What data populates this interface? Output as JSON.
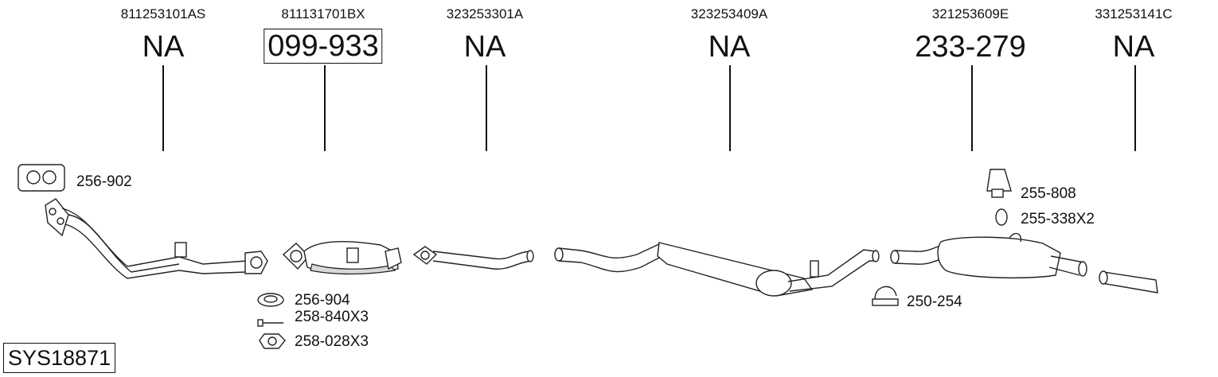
{
  "columns": [
    {
      "oem": "811253101AS",
      "ref": "NA",
      "boxed": false
    },
    {
      "oem": "811131701BX",
      "ref": "099-933",
      "boxed": true
    },
    {
      "oem": "323253301A",
      "ref": "NA",
      "boxed": false
    },
    {
      "oem": "323253409A",
      "ref": "NA",
      "boxed": false
    },
    {
      "oem": "321253609E",
      "ref": "233-279",
      "boxed": false
    },
    {
      "oem": "331253141C",
      "ref": "NA",
      "boxed": false
    }
  ],
  "accessories": [
    {
      "label": "256-902",
      "icon": "gasket-icon"
    },
    {
      "label": "256-904",
      "icon": "ring-gasket-icon"
    },
    {
      "label": "258-840X3",
      "icon": "bolt-icon"
    },
    {
      "label": "258-028X3",
      "icon": "nut-icon"
    },
    {
      "label": "255-808",
      "icon": "rubber-mount-icon"
    },
    {
      "label": "255-338X2",
      "icon": "rubber-ring-icon"
    },
    {
      "label": "250-254",
      "icon": "clamp-icon"
    }
  ],
  "system_id": "SYS18871"
}
